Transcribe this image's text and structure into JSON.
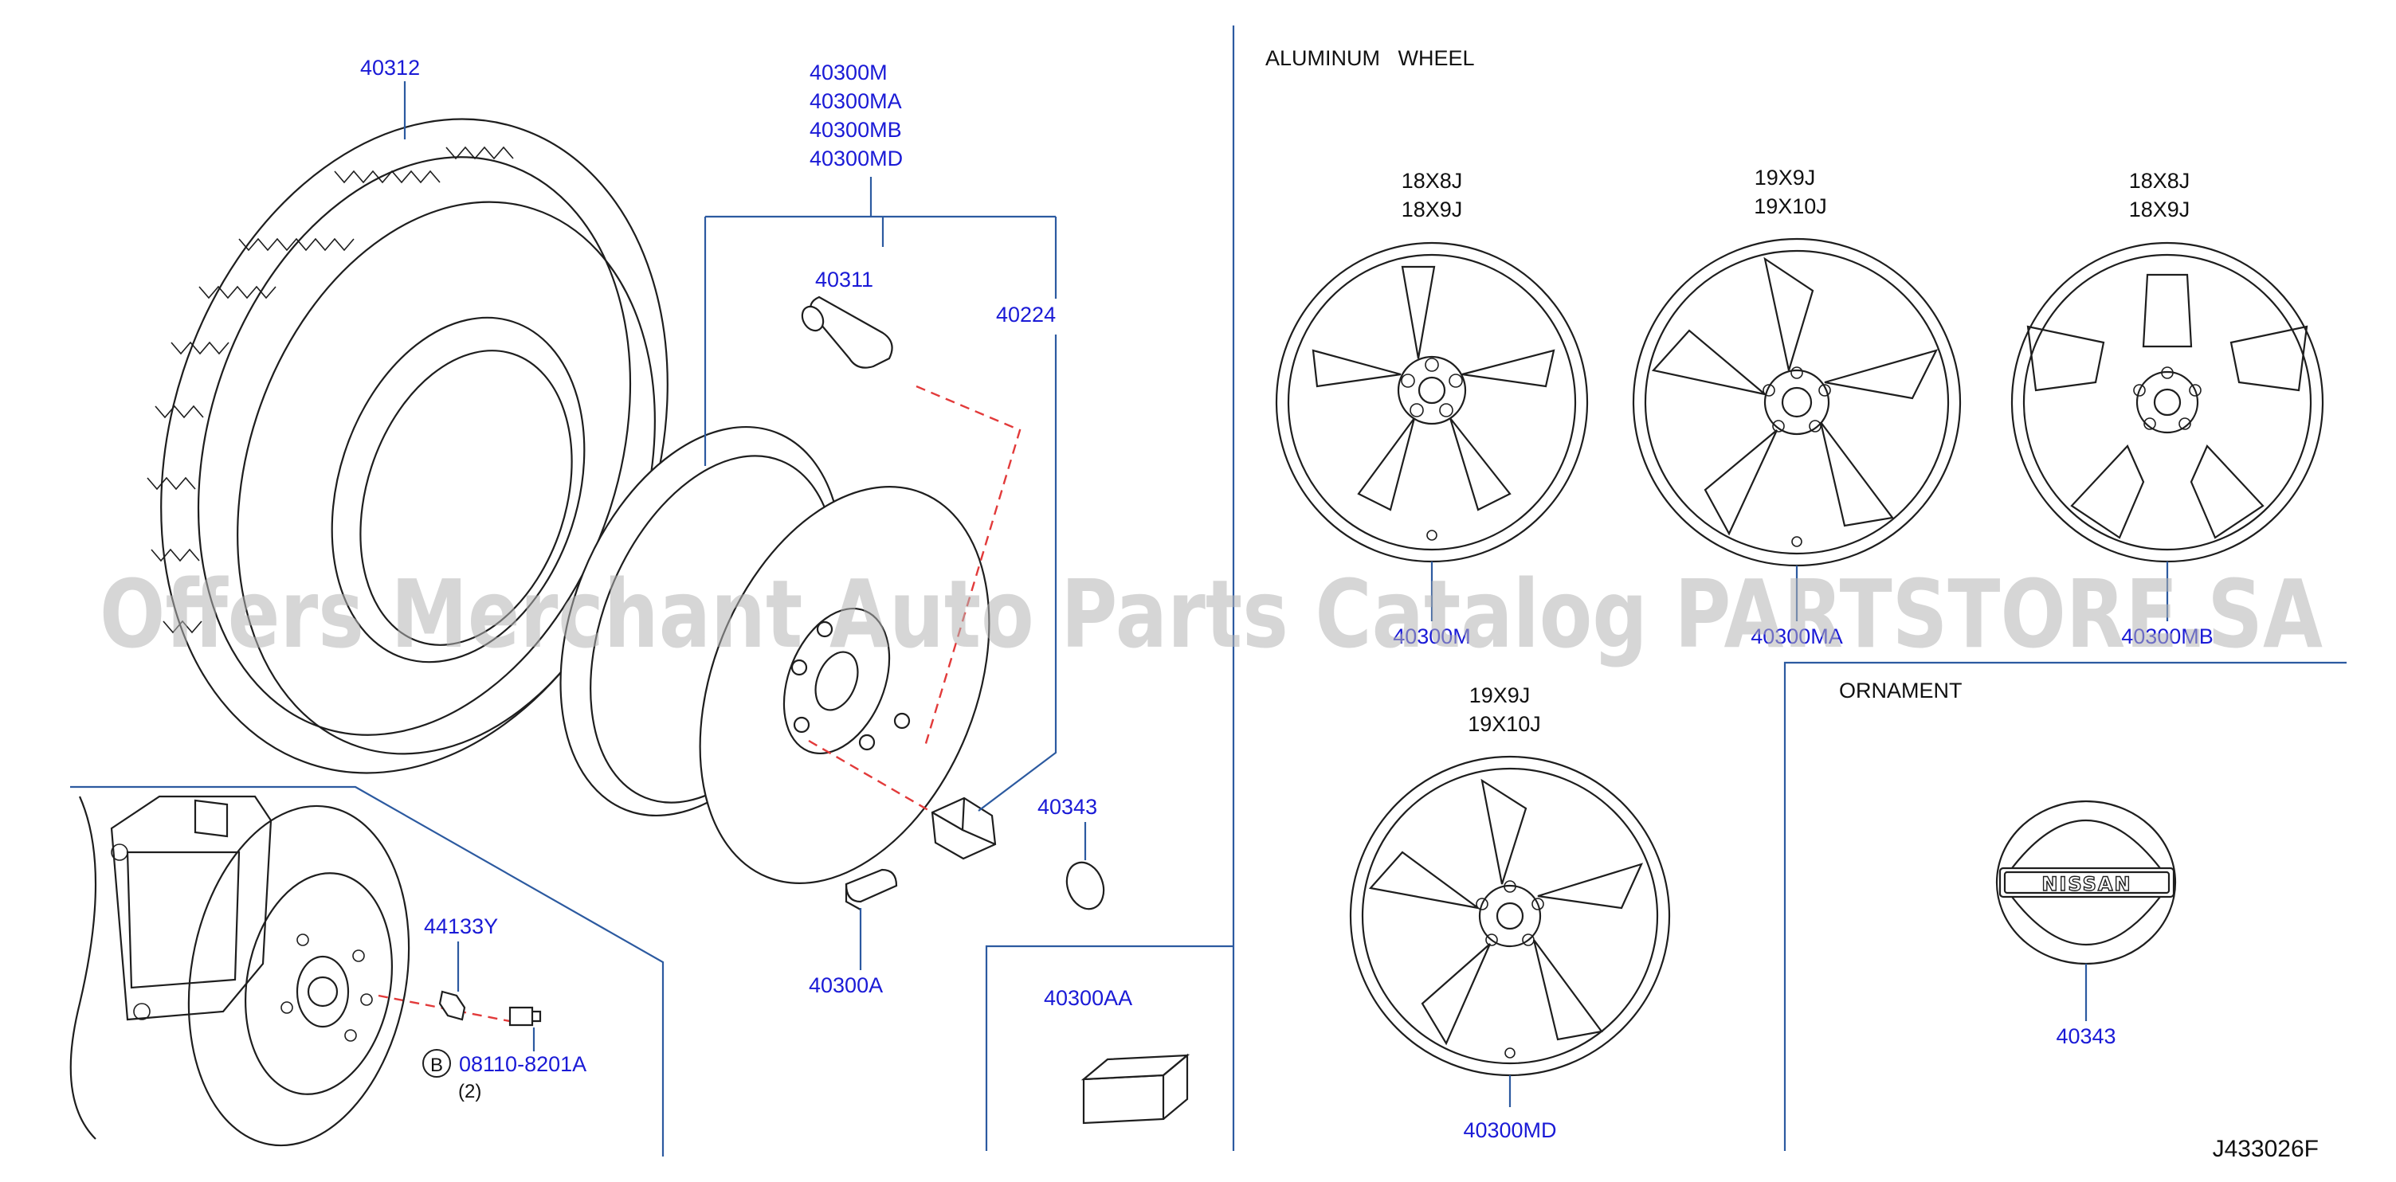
{
  "watermark": "Offers Merchant Auto Parts Catalog PARTSTORE.SA",
  "diagram_id": "J433026F",
  "colors": {
    "part_number": "#1a1ad6",
    "leader": "#2c5aa0",
    "line_art": "#1e1e1e",
    "hidden_line": "#e23a3a"
  },
  "sections": {
    "aluminum_wheel": "ALUMINUM   WHEEL",
    "ornament": "ORNAMENT"
  },
  "parts": {
    "tire": "40312",
    "wheel_group": [
      "40300M",
      "40300MA",
      "40300MB",
      "40300MD"
    ],
    "valve": "40311",
    "wheel_nut": "40224",
    "center_cap": "40343",
    "balance_weight": "40300A",
    "weight_pack": "40300AA",
    "hub_bolt": "44133Y",
    "bolt_callout": "B",
    "bolt": "08110-8201A",
    "bolt_qty": "(2)",
    "wheel_m": "40300M",
    "wheel_ma": "40300MA",
    "wheel_mb": "40300MB",
    "wheel_md": "40300MD",
    "ornament_part": "40343"
  },
  "wheel_sizes": {
    "m": [
      "18X8J",
      "18X9J"
    ],
    "ma": [
      "19X9J",
      "19X10J"
    ],
    "mb": [
      "18X8J",
      "18X9J"
    ],
    "md": [
      "19X9J",
      "19X10J"
    ]
  },
  "ornament_logo": "NISSAN"
}
